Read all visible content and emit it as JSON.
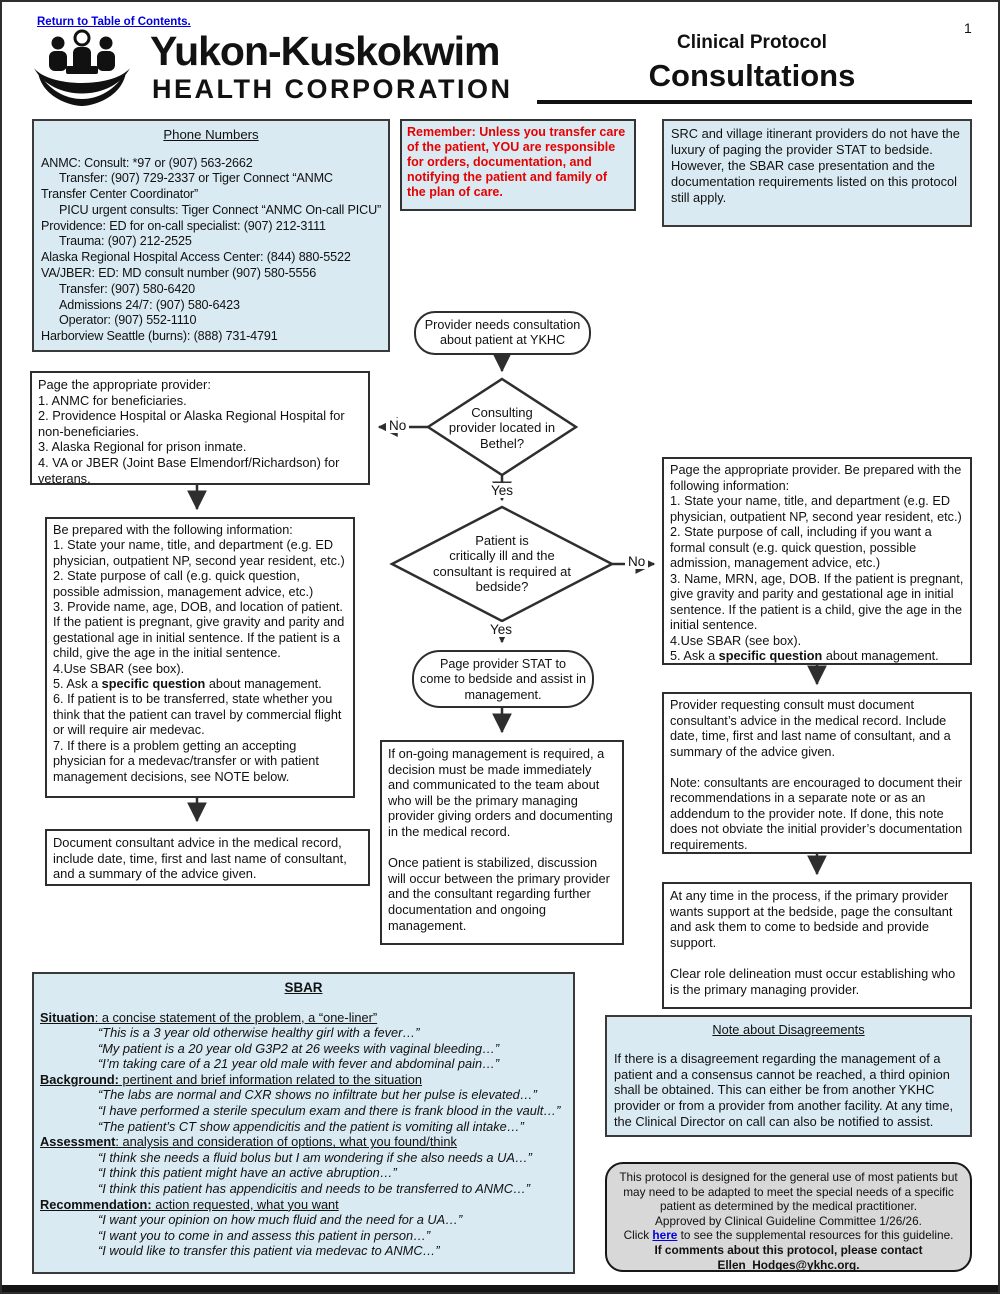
{
  "page": {
    "number": "1",
    "return_link": "Return to Table of Contents."
  },
  "header": {
    "org_line1": "Yukon-Kuskokwim",
    "org_line2": "HEALTH CORPORATION",
    "protocol_type": "Clinical Protocol",
    "protocol_title": "Consultations"
  },
  "phone": {
    "title": "Phone Numbers",
    "lines": [
      {
        "text": "ANMC: Consult: *97 or (907) 563-2662",
        "indent": 0
      },
      {
        "text": "Transfer: (907) 729-2337 or Tiger Connect “ANMC",
        "indent": 1
      },
      {
        "text": "Transfer Center Coordinator”",
        "indent": 0
      },
      {
        "text": "PICU urgent consults: Tiger Connect “ANMC On-call PICU”",
        "indent": 1
      },
      {
        "text": "Providence: ED for on-call specialist: (907) 212-3111",
        "indent": 0
      },
      {
        "text": "Trauma: (907) 212-2525",
        "indent": 1
      },
      {
        "text": "Alaska Regional Hospital Access Center: (844) 880-5522",
        "indent": 0
      },
      {
        "text": "VA/JBER: ED: MD consult number (907) 580-5556",
        "indent": 0
      },
      {
        "text": "Transfer: (907) 580-6420",
        "indent": 1
      },
      {
        "text": "Admissions 24/7: (907) 580-6423",
        "indent": 1
      },
      {
        "text": "Operator: (907) 552-1110",
        "indent": 1
      },
      {
        "text": "Harborview Seattle (burns): (888) 731-4791",
        "indent": 0
      }
    ]
  },
  "remember": {
    "text": "Remember: Unless you transfer care of the patient, YOU are responsible for orders, documentation, and notifying the patient and family of the plan of care."
  },
  "src_note": {
    "text": "SRC and village itinerant providers do not have the luxury of paging the provider STAT to bedside. However, the SBAR case presentation and the documentation requirements listed on this protocol still apply."
  },
  "flow": {
    "start": "Provider needs consultation about patient at YKHC",
    "decision1": "Consulting\nprovider located in\nBethel?",
    "no_label": "No",
    "yes_label": "Yes",
    "page_non_bethel": "Page the appropriate provider:\n1. ANMC for beneficiaries.\n2. Providence Hospital or Alaska Regional Hospital for non-beneficiaries.\n3. Alaska Regional for prison inmate.\n4. VA or JBER (Joint Base Elmendorf/Richardson) for veterans.",
    "be_prepared": {
      "before": "Be prepared with the following information:\n1. State your name, title, and department (e.g. ED physician, outpatient NP, second year resident, etc.)\n2. State purpose of call (e.g. quick question, possible admission, management advice, etc.)\n3. Provide name, age, DOB, and location of patient. If the patient is pregnant, give gravity and parity and gestational age in initial sentence. If the patient is a child, give the age in the initial sentence.\n4.Use SBAR (see box).\n5. Ask a ",
      "bold": "specific question",
      "after": " about management.\n6. If patient is to be transferred, state whether you think that the patient can travel by commercial flight or will require air medevac.\n7. If there is a problem getting an accepting physician for a medevac/transfer or with patient management decisions, see NOTE below."
    },
    "document_advice": "Document consultant advice in the medical record, include date, time, first and last name of consultant, and a summary of the advice given.",
    "decision2": "Patient is\ncritically ill and the\nconsultant is required at\nbedside?",
    "stat": "Page provider STAT to\ncome to bedside and assist in\nmanagement.",
    "ongoing": "If on-going management is required, a decision must be made immediately and communicated to the team about who will be the primary managing provider giving orders and documenting in the medical record.\n\nOnce patient is stabilized, discussion will occur between the primary provider and the consultant regarding further documentation and ongoing management.",
    "page_bethel": {
      "before": "Page the appropriate provider. Be prepared with the following information:\n1. State your name, title, and department (e.g. ED physician, outpatient NP, second year resident, etc.)\n2. State purpose of call, including if you want a formal consult (e.g. quick question, possible admission, management advice, etc.)\n3. Name, MRN, age, DOB. If the patient is pregnant, give gravity and parity and gestational age in initial sentence. If the patient is a child, give the age in the initial sentence.\n4.Use SBAR (see box).\n5. Ask a ",
      "bold": "specific question",
      "after": " about management."
    },
    "must_document": "Provider requesting consult must document consultant’s advice in the medical record. Include date, time, first and last name of consultant, and a summary of the advice given.\n\nNote: consultants are encouraged to document their recommendations in a separate note or as an addendum to the provider note. If done, this note does not obviate the initial provider’s documentation requirements.",
    "any_time": "At any time in the process, if the primary provider wants support at the bedside, page the consultant and ask them to come to bedside and provide support.\n\nClear role delineation must occur establishing who is the primary managing provider."
  },
  "sbar": {
    "title": "SBAR",
    "sections": [
      {
        "label": "Situation",
        "desc": ": a concise statement of the problem, a “one-liner”",
        "examples": [
          "“This is a 3 year old otherwise healthy girl with a fever…”",
          "“My patient is a 20 year old G3P2 at 26 weeks with vaginal bleeding…”",
          "“I’m taking care of a 21 year old male with fever and abdominal pain…”"
        ]
      },
      {
        "label": "Background:",
        "desc": " pertinent and brief information related to the situation",
        "examples": [
          "“The labs are normal and CXR shows no infiltrate but her pulse is elevated…”",
          "“I have performed a sterile speculum exam and there is frank blood in the vault…”",
          "“The patient’s CT show appendicitis and the patient is vomiting all intake…”"
        ]
      },
      {
        "label": "Assessment",
        "desc": ": analysis and consideration of options, what you found/think",
        "examples": [
          "“I think she needs a fluid bolus but I am wondering if she also needs a UA…”",
          "“I think this patient might have an active abruption…”",
          "“I think this patient has appendicitis and needs to be transferred to ANMC…”"
        ]
      },
      {
        "label": "Recommendation:",
        "desc": " action requested, what you want",
        "examples": [
          "“I want your opinion on how much fluid and the need for a UA…”",
          "“I want you to come in and assess this patient in person…”",
          "“I would like to transfer this patient via medevac to ANMC…”"
        ]
      }
    ]
  },
  "disagreements": {
    "title": "Note about Disagreements",
    "body": "If there is a disagreement regarding the management of a patient and a consensus cannot be reached, a third opinion shall be obtained. This can either be from another YKHC provider or from a provider from another facility. At any time, the Clinical Director on call can also be notified to assist."
  },
  "footer": {
    "line1": "This protocol is designed for the general use of most patients but may need to be adapted to meet the special needs of a specific patient as determined by the medical practitioner.",
    "approved": "Approved by Clinical Guideline Committee 1/26/26.",
    "click_before": "Click ",
    "click_link": "here",
    "click_after": " to see the supplemental resources for this guideline.",
    "contact": "If comments about this protocol, please contact\nEllen_Hodges@ykhc.org."
  }
}
